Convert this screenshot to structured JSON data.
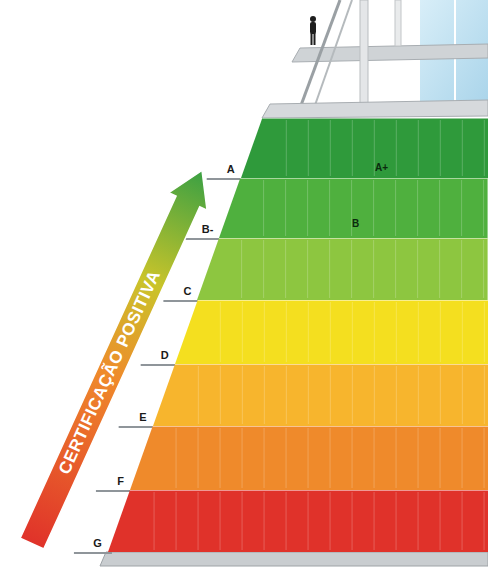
{
  "diagram": {
    "nodes": [
      {
        "text": [
          "A",
          "A+"
        ]
      },
      {
        "text": [
          "B-",
          "B"
        ]
      },
      {
        "text": [
          "C"
        ]
      },
      {
        "text": [
          "D"
        ]
      },
      {
        "text": [
          "E"
        ]
      },
      {
        "text": [
          "F"
        ]
      },
      {
        "text": [
          "G"
        ]
      },
      {
        "text": [
          "CERTIFICAÇÃO POSITIVA"
        ]
      }
    ]
  }
}
